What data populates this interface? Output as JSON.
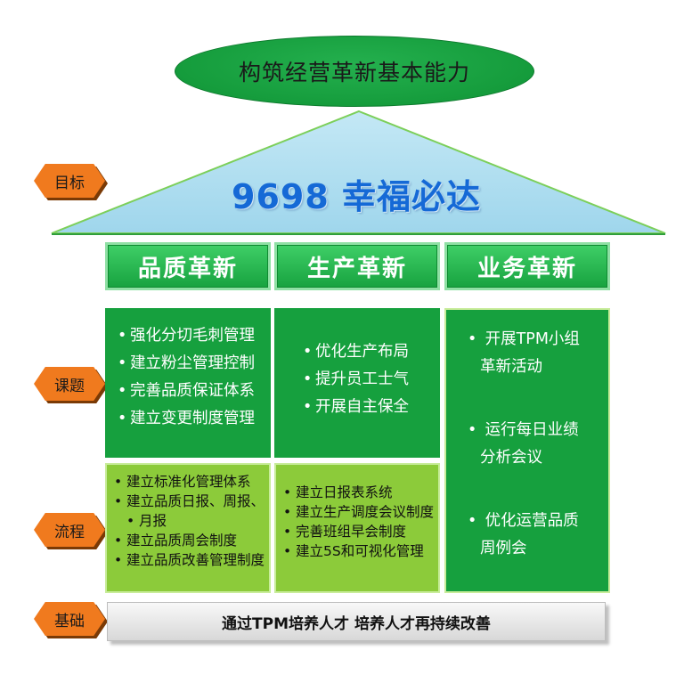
{
  "top_goal": "构筑经营革新基本能力",
  "roof_title": "9698 幸福必达",
  "tags": {
    "goal": "目标",
    "topics": "课题",
    "process": "流程",
    "foundation": "基础"
  },
  "columns": [
    {
      "header": "品质革新",
      "topics": [
        "强化分切毛刺管理",
        "建立粉尘管理控制",
        "完善品质保证体系",
        "建立变更制度管理"
      ],
      "process": [
        "建立标准化管理体系",
        "建立品质日报、周报、",
        "月报",
        "建立品质周会制度",
        "建立品质改善管理制度"
      ]
    },
    {
      "header": "生产革新",
      "topics": [
        "优化生产布局",
        "提升员工士气",
        "开展自主保全"
      ],
      "process": [
        "建立日报表系统",
        "建立生产调度会议制度",
        "完善班组早会制度",
        "建立5S和可视化管理"
      ]
    },
    {
      "header": "业务革新",
      "topics": [
        [
          "开展TPM小组",
          "革新活动"
        ],
        [
          "运行每日业绩",
          "分析会议"
        ],
        [
          "优化运营品质",
          "周例会"
        ]
      ]
    }
  ],
  "foundation_text": "通过TPM培养人才 培养人才再持续改善",
  "colors": {
    "green": "#16a03e",
    "lime": "#8ccb3a",
    "orange": "#f07a1e",
    "roof": "#a8dcef",
    "title_blue": "#1569d6"
  }
}
